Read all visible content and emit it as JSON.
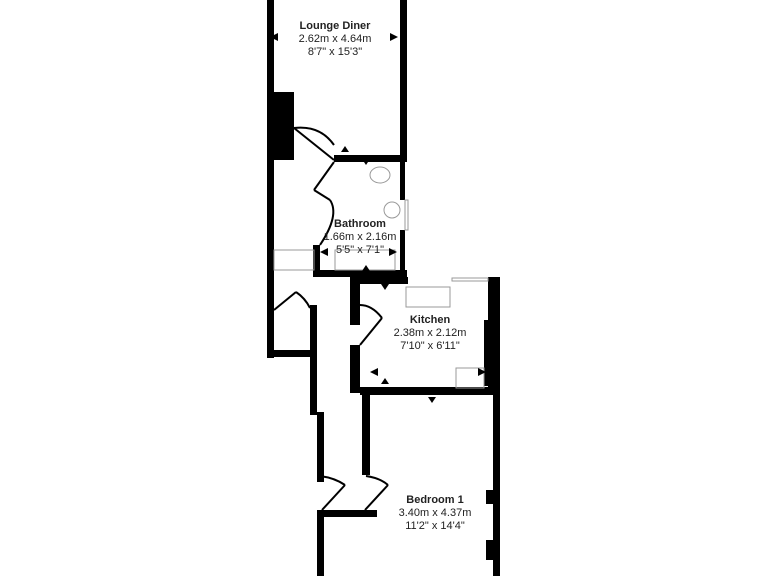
{
  "floorplan": {
    "wall_color": "#000000",
    "background": "#ffffff",
    "fixture_color": "#999999",
    "rooms": [
      {
        "name": "Lounge Diner",
        "metric": "2.62m x 4.64m",
        "imperial": "8'7\" x 15'3\""
      },
      {
        "name": "Bathroom",
        "metric": "1.66m x 2.16m",
        "imperial": "5'5\" x 7'1\""
      },
      {
        "name": "Kitchen",
        "metric": "2.38m x 2.12m",
        "imperial": "7'10\" x 6'11\""
      },
      {
        "name": "Bedroom 1",
        "metric": "3.40m x 4.37m",
        "imperial": "11'2\" x 14'4\""
      }
    ]
  }
}
